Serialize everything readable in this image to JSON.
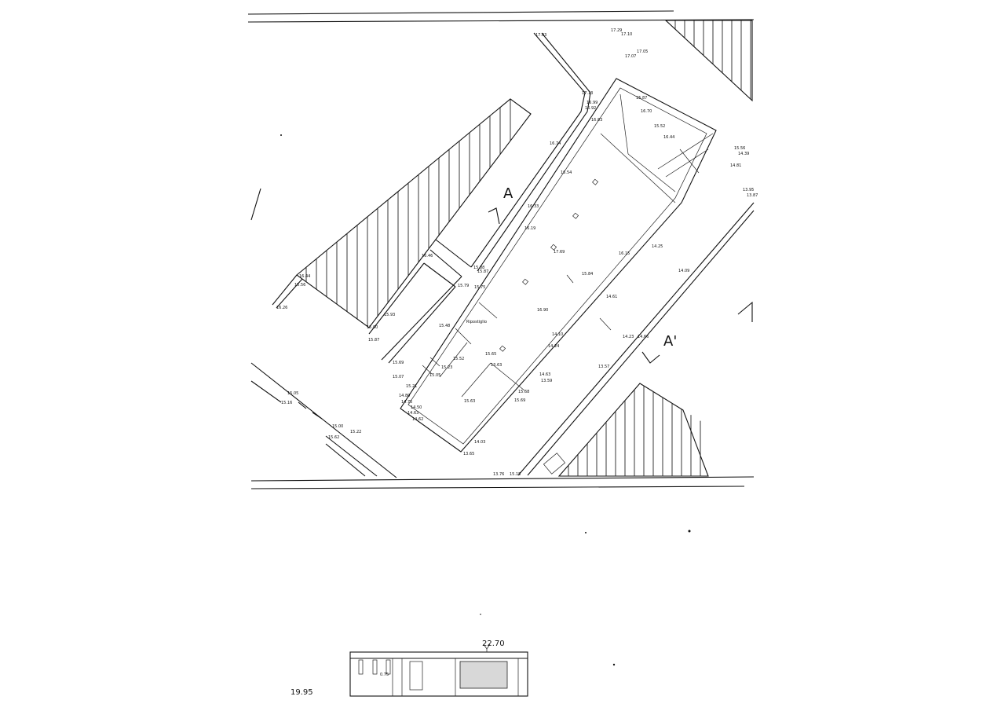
{
  "section_markers": {
    "a": "A",
    "a_prime": "A'"
  },
  "room_label": "Ripostiglio",
  "elevations": {
    "top": [
      "17.03",
      "17.29",
      "17.10",
      "17.07",
      "17.05",
      "17.13",
      "16.99",
      "16.92",
      "16.83",
      "15.87",
      "16.70",
      "15.52",
      "16.44",
      "15.56",
      "14.39",
      "14.81",
      "13.95",
      "13.87"
    ],
    "middle": [
      "16.74",
      "16.54",
      "16.33",
      "16.19",
      "17.69",
      "16.15",
      "14.25",
      "15.84",
      "16.46",
      "15.88",
      "15.87",
      "15.79",
      "15.75",
      "16.90",
      "14.09",
      "14.61"
    ],
    "left": [
      "16.44",
      "15.56",
      "16.26",
      "15.93",
      "15.00",
      "15.87",
      "15.48",
      "15.69",
      "15.65",
      "15.52",
      "15.23",
      "15.05",
      "13.63"
    ],
    "bottom": [
      "14.10",
      "14.24",
      "14.23",
      "14.66",
      "13.57",
      "14.63",
      "13.59",
      "15.07",
      "15.21",
      "14.80",
      "14.75",
      "14.50",
      "14.63",
      "14.62",
      "14.03",
      "13.65",
      "13.76",
      "15.15",
      "15.05",
      "15.16",
      "15.00",
      "15.22",
      "15.62",
      "15.63",
      "15.69",
      "15.68"
    ]
  },
  "elevation_section": {
    "height_value": "22.70",
    "left_value": "19.95",
    "level_value": "0.75"
  }
}
